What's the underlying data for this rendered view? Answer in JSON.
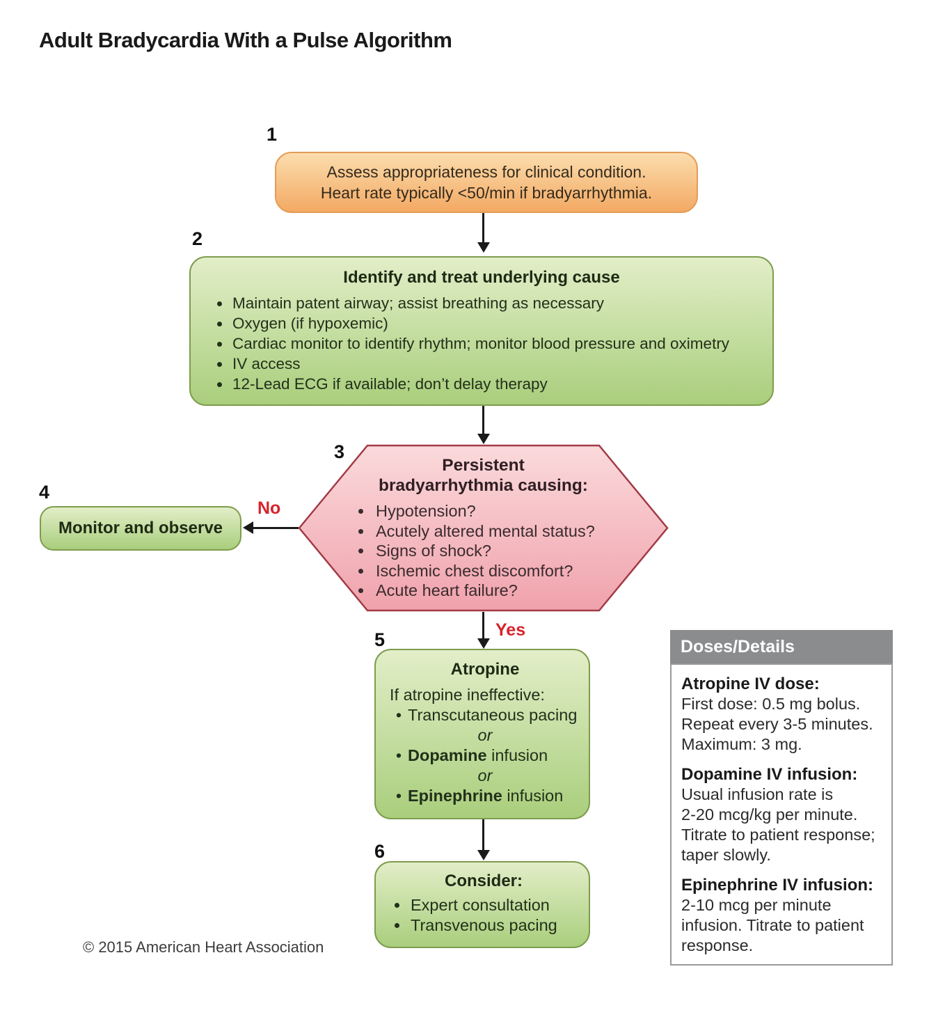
{
  "title": "Adult Bradycardia With a Pulse Algorithm",
  "copyright": "© 2015 American Heart Association",
  "labels": {
    "no": "No",
    "yes": "Yes"
  },
  "colors": {
    "orange_top": "#FBDDAE",
    "orange_bottom": "#F3A963",
    "orange_border": "#E49C58",
    "green_top": "#E2EEC8",
    "green_bottom": "#A9CE7C",
    "green_border": "#7E9C4D",
    "pink_top": "#FADADC",
    "pink_bottom": "#F0A2AC",
    "pink_border": "#A23B46",
    "red_label": "#D7232B",
    "panel_header_bg": "#8A8C8E",
    "panel_border": "#97999B"
  },
  "steps": {
    "s1": {
      "number": "1",
      "text": "Assess appropriateness for clinical condition.\nHeart rate typically <50/min if bradyarrhythmia."
    },
    "s2": {
      "number": "2",
      "title": "Identify and treat underlying cause",
      "bullets": [
        "Maintain patent airway; assist breathing as necessary",
        "Oxygen (if hypoxemic)",
        "Cardiac monitor to identify rhythm; monitor blood pressure and oximetry",
        "IV access",
        "12-Lead ECG if available; don’t delay therapy"
      ]
    },
    "s3": {
      "number": "3",
      "title": "Persistent\nbradyarrhythmia causing:",
      "bullets": [
        "Hypotension?",
        "Acutely altered mental status?",
        "Signs of shock?",
        "Ischemic chest discomfort?",
        "Acute heart failure?"
      ]
    },
    "s4": {
      "number": "4",
      "text": "Monitor and observe"
    },
    "s5": {
      "number": "5",
      "title": "Atropine",
      "intro": "If atropine ineffective:",
      "bullet1": "Transcutaneous pacing",
      "or_label": "or",
      "bullet2_bold": "Dopamine",
      "bullet2_rest": " infusion",
      "bullet3_bold": "Epinephrine",
      "bullet3_rest": " infusion"
    },
    "s6": {
      "number": "6",
      "title": "Consider:",
      "bullets": [
        "Expert consultation",
        "Transvenous pacing"
      ]
    }
  },
  "doses": {
    "header": "Doses/Details",
    "sections": [
      {
        "heading": "Atropine IV dose:",
        "body": "First dose: 0.5 mg bolus.\nRepeat every 3-5 minutes.\nMaximum: 3 mg."
      },
      {
        "heading": "Dopamine IV infusion:",
        "body": "Usual infusion rate is\n2-20 mcg/kg per minute.\nTitrate to patient response;\ntaper slowly."
      },
      {
        "heading": "Epinephrine IV infusion:",
        "body": "2-10 mcg per minute\ninfusion. Titrate to patient\nresponse."
      }
    ]
  }
}
